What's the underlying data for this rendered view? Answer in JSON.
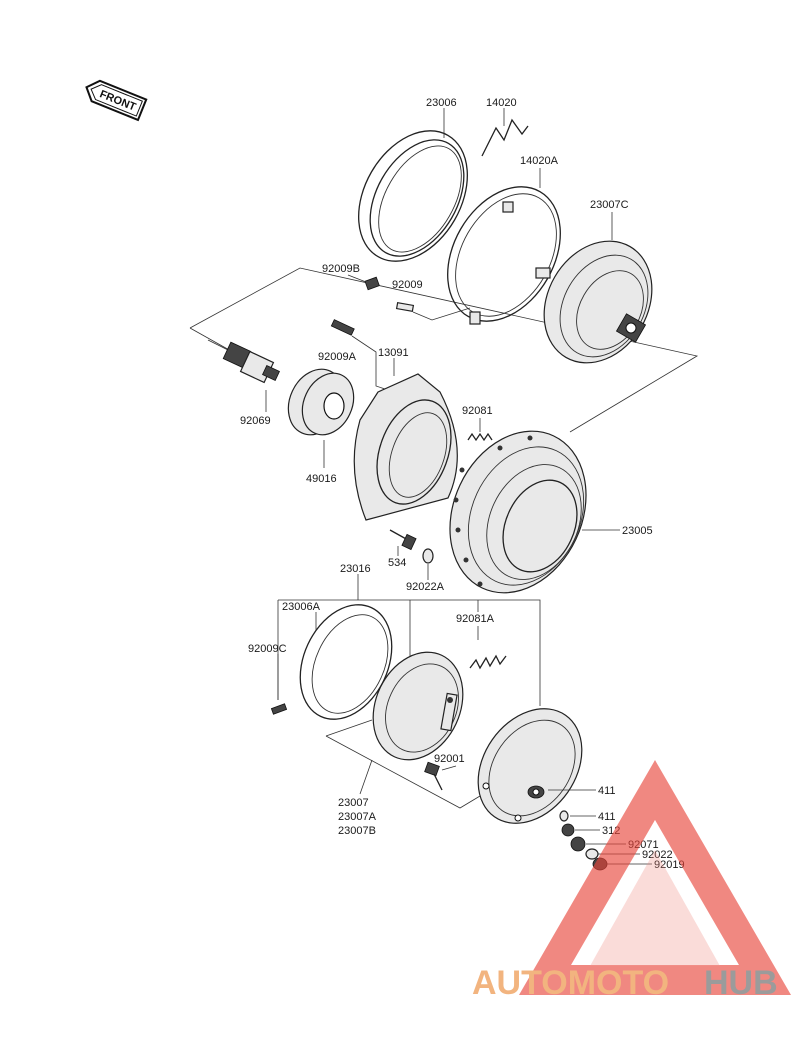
{
  "front_badge": "FRONT",
  "labels": {
    "p23006": "23006",
    "p14020": "14020",
    "p14020A": "14020A",
    "p23007C": "23007C",
    "p92009B": "92009B",
    "p92009": "92009",
    "p92009A": "92009A",
    "p13091": "13091",
    "p92069": "92069",
    "p92081": "92081",
    "p49016": "49016",
    "p23005": "23005",
    "p534": "534",
    "p92022A": "92022A",
    "p23016": "23016",
    "p23006A": "23006A",
    "p92081A": "92081A",
    "p92009C": "92009C",
    "p92001": "92001",
    "p23007": "23007",
    "p23007A": "23007A",
    "p23007B": "23007B",
    "p411a": "411",
    "p411b": "411",
    "p312": "312",
    "p92071": "92071",
    "p92022": "92022",
    "p92019": "92019"
  },
  "watermark": {
    "part1": "AUTOMOTO",
    "part2": "HUB",
    "color_part1": "#f0a869",
    "color_part2": "#8a8a8a",
    "triangle_color": "#e8443a"
  }
}
